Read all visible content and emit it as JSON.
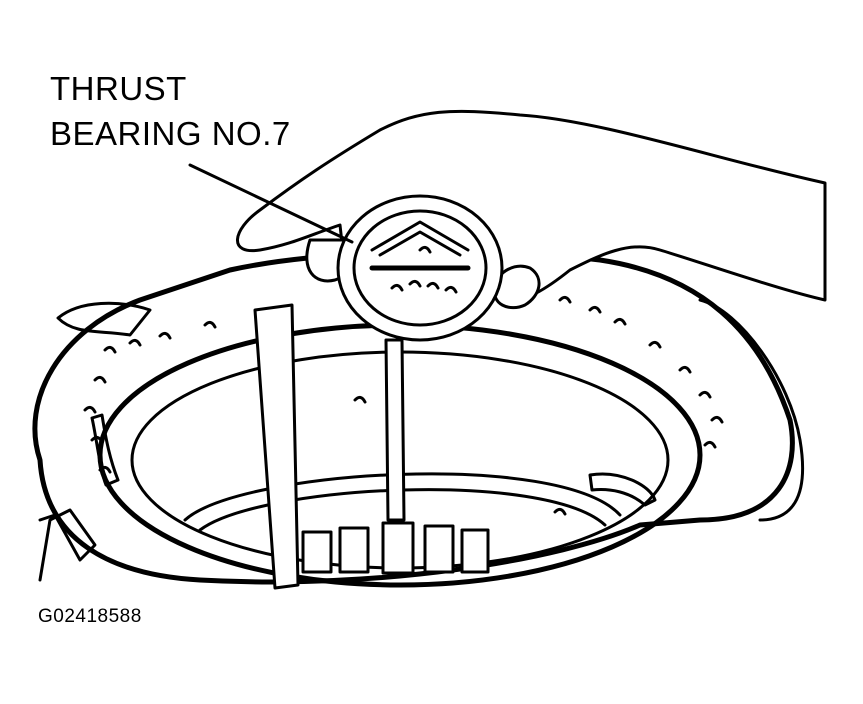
{
  "figure": {
    "callout": {
      "line1": "THRUST",
      "line2": "BEARING NO.7"
    },
    "figure_id": "G02418588"
  },
  "colors": {
    "ink": "#000000",
    "paper": "#ffffff"
  }
}
